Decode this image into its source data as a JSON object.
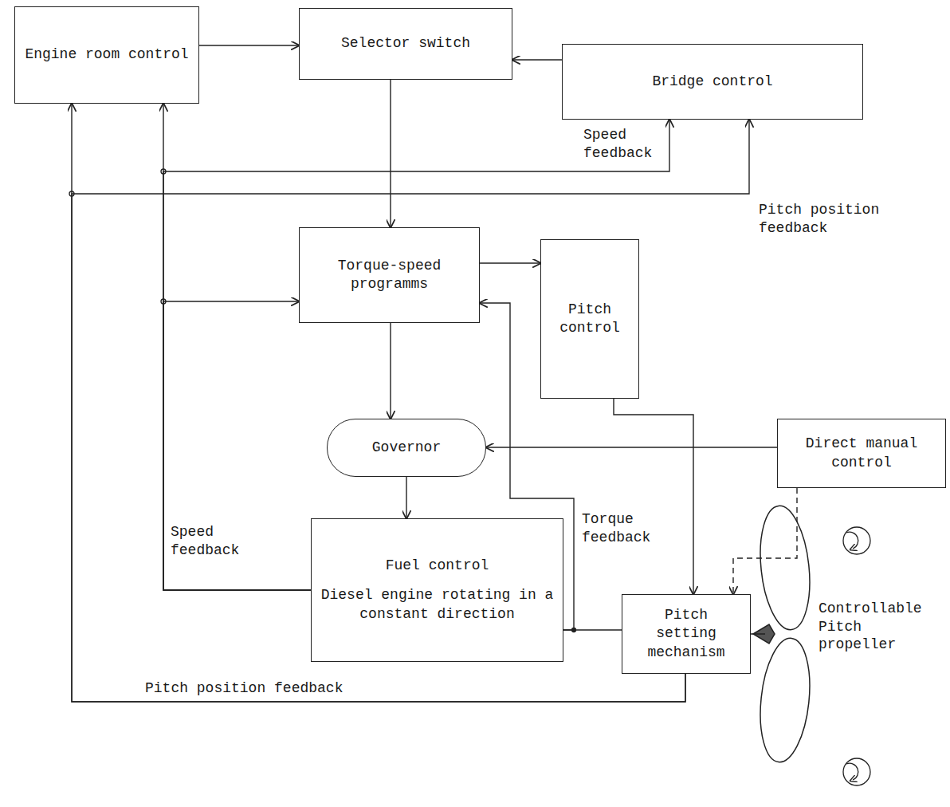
{
  "diagram": {
    "nodes": [
      {
        "text": [
          "Engine room control"
        ]
      },
      {
        "text": [
          "Selector switch"
        ]
      },
      {
        "text": [
          "Bridge control"
        ]
      },
      {
        "text": [
          "Torque-speed programms"
        ]
      },
      {
        "text": [
          "Pitch control"
        ]
      },
      {
        "text": [
          "Governor"
        ]
      },
      {
        "text": [
          "Direct manual control"
        ]
      },
      {
        "text": [
          "Fuel control",
          "Diesel engine rotating in a constant direction"
        ]
      },
      {
        "text": [
          "Pitch setting mechanism"
        ]
      }
    ],
    "edges": [
      {
        "from": 0,
        "to": 1,
        "arrow": "to"
      },
      {
        "from": 2,
        "to": 1,
        "arrow": "to"
      },
      {
        "from": 1,
        "to": 3,
        "arrow": "to"
      },
      {
        "from": 3,
        "to": 4,
        "arrow": "to"
      },
      {
        "from": 3,
        "to": 5,
        "arrow": "to"
      },
      {
        "from": 4,
        "to": 8,
        "arrow": "to"
      },
      {
        "from": 6,
        "to": 5,
        "arrow": "to"
      },
      {
        "from": 6,
        "to": 8,
        "arrow": "to"
      },
      {
        "from": 5,
        "to": 7,
        "arrow": "to"
      },
      {
        "from": 7,
        "to": 8,
        "arrow": "none"
      },
      {
        "from": 7,
        "to": 3,
        "label": "Torque feedback",
        "arrow": "to"
      },
      {
        "from": 7,
        "to": 0,
        "label": "Speed feedback",
        "arrow": "to"
      },
      {
        "from": 7,
        "to": 3,
        "arrow": "to"
      },
      {
        "from": 7,
        "to": 2,
        "label": "Speed feedback",
        "arrow": "to"
      },
      {
        "from": 8,
        "to": 0,
        "label": "Pitch position feedback",
        "arrow": "to"
      },
      {
        "from": 8,
        "to": 2,
        "label": "Pitch position feedback",
        "arrow": "to"
      }
    ],
    "labels": [
      "Controllable Pitch propeller"
    ]
  }
}
